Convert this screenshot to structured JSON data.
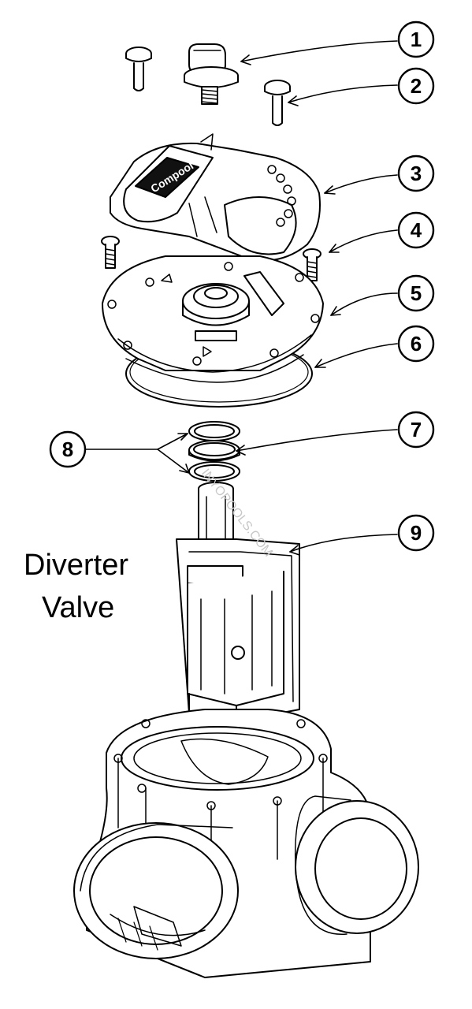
{
  "title": {
    "line1": "Diverter",
    "line2": "Valve"
  },
  "logo_text": "Compool",
  "watermark": "INYOPOOLS.COM",
  "callouts": [
    "1",
    "2",
    "3",
    "4",
    "5",
    "6",
    "7",
    "8",
    "9"
  ],
  "colors": {
    "ink": "#000000",
    "paper": "#ffffff",
    "watermark": "#c8c8c8"
  }
}
